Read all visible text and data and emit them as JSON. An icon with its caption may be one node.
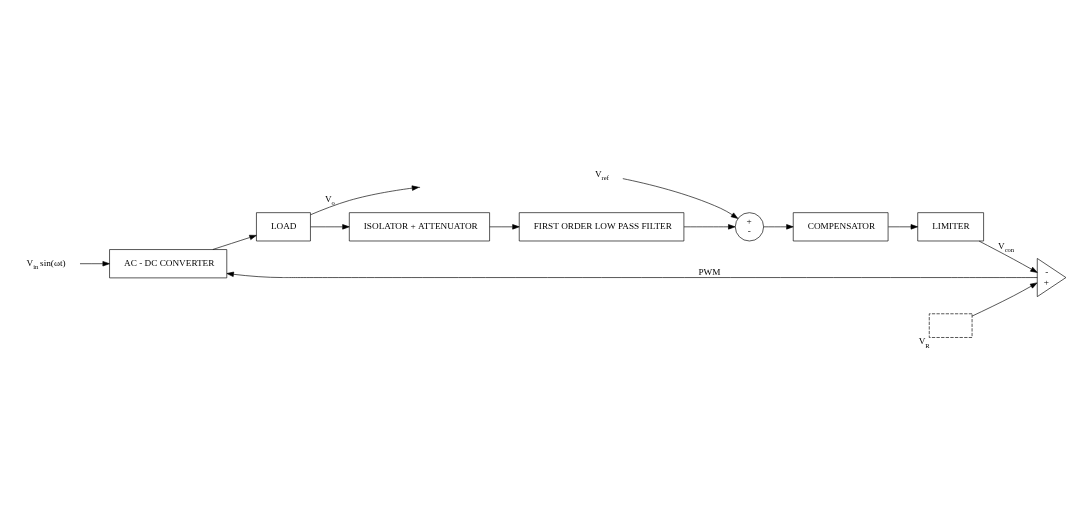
{
  "diagram": {
    "nodes": [
      {
        "text": [
          "V$_{in}$ sin(ωt)"
        ]
      },
      {
        "text": [
          "AC - DC CONVERTER"
        ]
      },
      {
        "text": [
          "LOAD"
        ]
      },
      {
        "text": [
          "ISOLATOR + ATTENUATOR"
        ]
      },
      {
        "text": [
          "FIRST ORDER LOW PASS FILTER"
        ]
      },
      {
        "text": [
          "+",
          "-"
        ]
      },
      {
        "text": [
          "COMPENSATOR"
        ]
      },
      {
        "text": [
          "LIMITER"
        ]
      },
      {
        "text": [
          "-",
          "+"
        ]
      },
      {
        "text": [],
        "shape": "box",
        "beside": [
          "V$_{R}$"
        ]
      },
      {
        "text": [
          "V$_{ref}$"
        ]
      }
    ],
    "edges": [
      {
        "from": 0,
        "to": 1,
        "arrow": "to"
      },
      {
        "from": 1,
        "to": 2,
        "arrow": "to"
      },
      {
        "from": 2,
        "to": null,
        "arrow": "to",
        "label": "V$_{o}$"
      },
      {
        "from": 2,
        "to": 3,
        "arrow": "to"
      },
      {
        "from": 3,
        "to": 4,
        "arrow": "to"
      },
      {
        "from": 4,
        "to": 5,
        "arrow": "to"
      },
      {
        "from": 10,
        "to": 5,
        "arrow": "to"
      },
      {
        "from": 5,
        "to": 6,
        "arrow": "to"
      },
      {
        "from": 6,
        "to": 7,
        "arrow": "to"
      },
      {
        "from": 7,
        "to": 8,
        "arrow": "to",
        "label": "V$_{con}$"
      },
      {
        "from": 9,
        "to": 8,
        "arrow": "to"
      },
      {
        "from": 8,
        "to": 1,
        "arrow": "to",
        "label": "PWM"
      }
    ]
  }
}
